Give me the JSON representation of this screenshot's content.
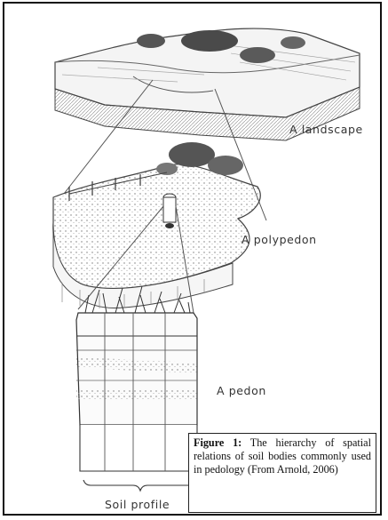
{
  "labels": {
    "landscape": "A landscape",
    "polypedon": "A polypedon",
    "pedon": "A pedon",
    "soil_profile": "Soil profile"
  },
  "caption": {
    "label": "Figure 1:",
    "text": "The hierarchy of spatial relations of soil bodies commonly used in pedology (From Arnold, 2006)"
  }
}
